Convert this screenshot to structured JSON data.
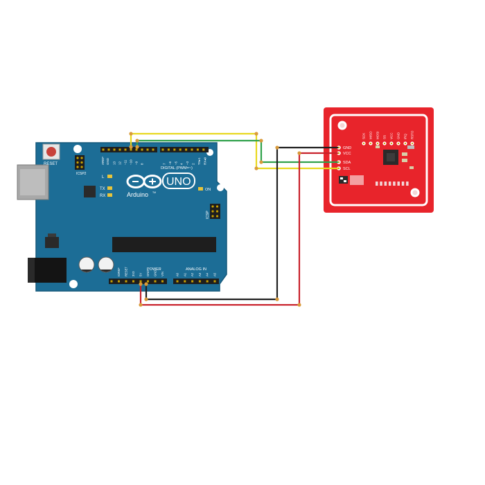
{
  "arduino": {
    "reset_label": "RESET",
    "icsp2_label": "ICSP2",
    "icsp_label": "ICSP",
    "aref_label": "AREF",
    "gnd_label": "GND",
    "digital_label": "DIGITAL (PWM=~)",
    "digital_pins": [
      "13",
      "12",
      "~11",
      "~10",
      "~9",
      "8",
      "7",
      "~6",
      "~5",
      "4",
      "~3",
      "2",
      "TX▸1",
      "RX◂0"
    ],
    "led_l": "L",
    "led_tx": "TX",
    "led_rx": "RX",
    "led_on": "ON",
    "uno_label": "UNO",
    "brand": "Arduino",
    "trademark": "TM",
    "power_label": "POWER",
    "analog_label": "ANALOG IN",
    "power_pins": [
      "IOREF",
      "RESET",
      "3V3",
      "5V",
      "GND",
      "GND",
      "VIN"
    ],
    "analog_pins": [
      "A0",
      "A1",
      "A2",
      "A3",
      "A4",
      "A5"
    ],
    "board_color": "#1c6d96",
    "header_color": "#1e1e1e"
  },
  "pn532": {
    "pins": [
      "GND",
      "VCC",
      "SDA",
      "SCL"
    ],
    "top_pins": [
      "SCK",
      "MISO",
      "MOSI",
      "SS",
      "VCC",
      "GND",
      "IRQ",
      "RSTO"
    ],
    "board_color": "#e8242b"
  },
  "wires": {
    "yellow": "#e8d81e",
    "green": "#2fa14a",
    "black": "#1f1f1f",
    "red": "#c8202a"
  }
}
